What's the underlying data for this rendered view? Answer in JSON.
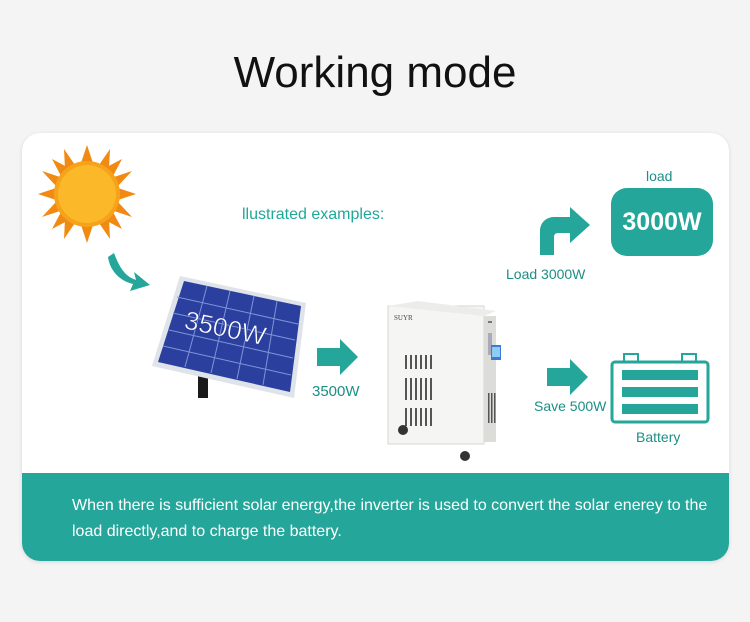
{
  "title": "Working mode",
  "caption": "llustrated examples:",
  "panel_label": "3500W",
  "input_label": "3500W",
  "load": {
    "heading": "load",
    "value": "3000W",
    "arrow_label": "Load 3000W"
  },
  "battery": {
    "arrow_label": "Save 500W",
    "label": "Battery"
  },
  "inverter_brand": "SUYR",
  "footer_text": "When there is sufficient solar energy,the inverter is used to convert the solar enerey to the load directly,and to charge the battery.",
  "colors": {
    "accent": "#24a69a",
    "sun": "#f7a21b"
  }
}
